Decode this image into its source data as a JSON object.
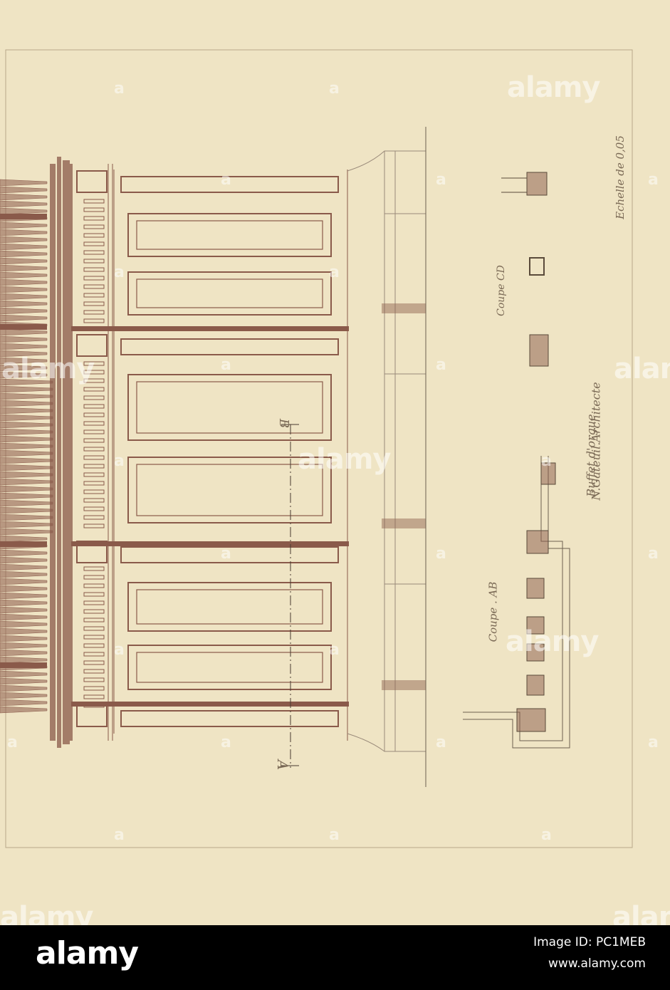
{
  "drawing": {
    "section_ab": "Coupe . AB",
    "section_cd": "Coupe CD",
    "title": "Buffet d'orgue",
    "architect": "N.Gateuil.Architecte",
    "scale": "Echelle de 0,05",
    "marker_a": "A",
    "marker_b": "B",
    "ink_color": "#8a5a4a",
    "paper_color": "#efe4c4"
  },
  "watermark": {
    "brand": "alamy",
    "small_mark": "a"
  },
  "footer": {
    "logo": "alamy",
    "image_id": "Image ID: PC1MEB",
    "url": "www.alamy.com"
  }
}
